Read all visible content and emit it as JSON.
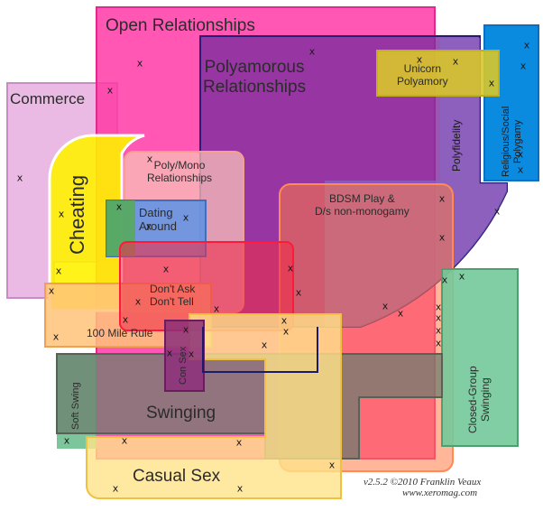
{
  "regions": {
    "open_relationships": {
      "label": "Open Relationships",
      "color": "#ff3aa6"
    },
    "polyamorous": {
      "label": "Polyamorous\nRelationships",
      "color": "#7d2e9e"
    },
    "commerce": {
      "label": "Commerce",
      "color": "#e6aee0"
    },
    "cheating": {
      "label": "Cheating",
      "color": "#fff200"
    },
    "poly_mono": {
      "label": "Poly/Mono\nRelationships",
      "color": "#f9c0b8"
    },
    "dating_around": {
      "label": "Dating\nAround",
      "color": "#5b93e6"
    },
    "bdsm": {
      "label": "BDSM Play &\nD/s non-monogamy",
      "color": "#ff7a45"
    },
    "unicorn": {
      "label": "Unicorn\nPolyamory",
      "color": "#d8c62a"
    },
    "religious": {
      "label": "Religious/Social\nPolygamy",
      "color": "#0a8be0"
    },
    "polyfidelity": {
      "label": "Polyfidelity",
      "color": "#8a63c2"
    },
    "dont_ask": {
      "label": "Don't Ask\nDon't Tell",
      "color": "#ee2e4a"
    },
    "hundred_mile": {
      "label": "100 Mile Rule",
      "color": "#ffc37a"
    },
    "con_sex": {
      "label": "Con Sex",
      "color": "#8c2f7a"
    },
    "soft_swing": {
      "label": "Soft Swing",
      "color": "#66bb88"
    },
    "swinging": {
      "label": "Swinging",
      "color": "#6e7e6e"
    },
    "closed_group": {
      "label": "Closed-Group\nSwinging",
      "color": "#73c99a"
    },
    "casual_sex": {
      "label": "Casual Sex",
      "color": "#ffe38a"
    }
  },
  "credit": {
    "line1": "v2.5.2 ©2010 Franklin Veaux",
    "line2": "www.xeromag.com"
  },
  "marker_glyph": "x"
}
